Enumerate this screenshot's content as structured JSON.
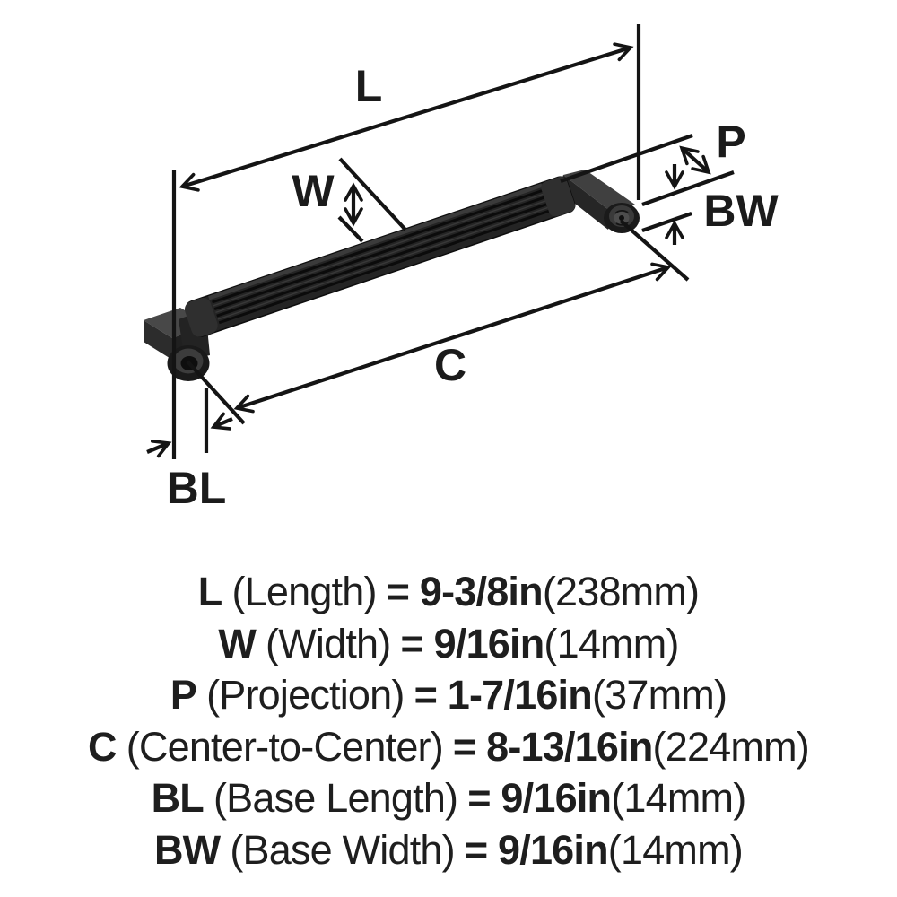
{
  "diagram": {
    "labels": {
      "length": "L",
      "width": "W",
      "projection": "P",
      "base_width": "BW",
      "center_to_center": "C",
      "base_length": "BL"
    }
  },
  "legend": {
    "rows": [
      {
        "symbol": "L",
        "name": "(Length)",
        "value": "= 9-3/8in",
        "metric": "(238mm)"
      },
      {
        "symbol": "W",
        "name": "(Width)",
        "value": "= 9/16in",
        "metric": "(14mm)"
      },
      {
        "symbol": "P",
        "name": "(Projection)",
        "value": "= 1-7/16in",
        "metric": "(37mm)"
      },
      {
        "symbol": "C",
        "name": "(Center-to-Center)",
        "value": "= 8-13/16in",
        "metric": "(224mm)"
      },
      {
        "symbol": "BL",
        "name": "(Base Length)",
        "value": "= 9/16in",
        "metric": "(14mm)"
      },
      {
        "symbol": "BW",
        "name": "(Base Width)",
        "value": "= 9/16in",
        "metric": "(14mm)"
      }
    ]
  },
  "colors": {
    "line": "#141414",
    "text": "#1e1e1e",
    "handle_dark": "#1f1f1f",
    "handle_mid": "#2e2e2e",
    "handle_light": "#454545"
  }
}
